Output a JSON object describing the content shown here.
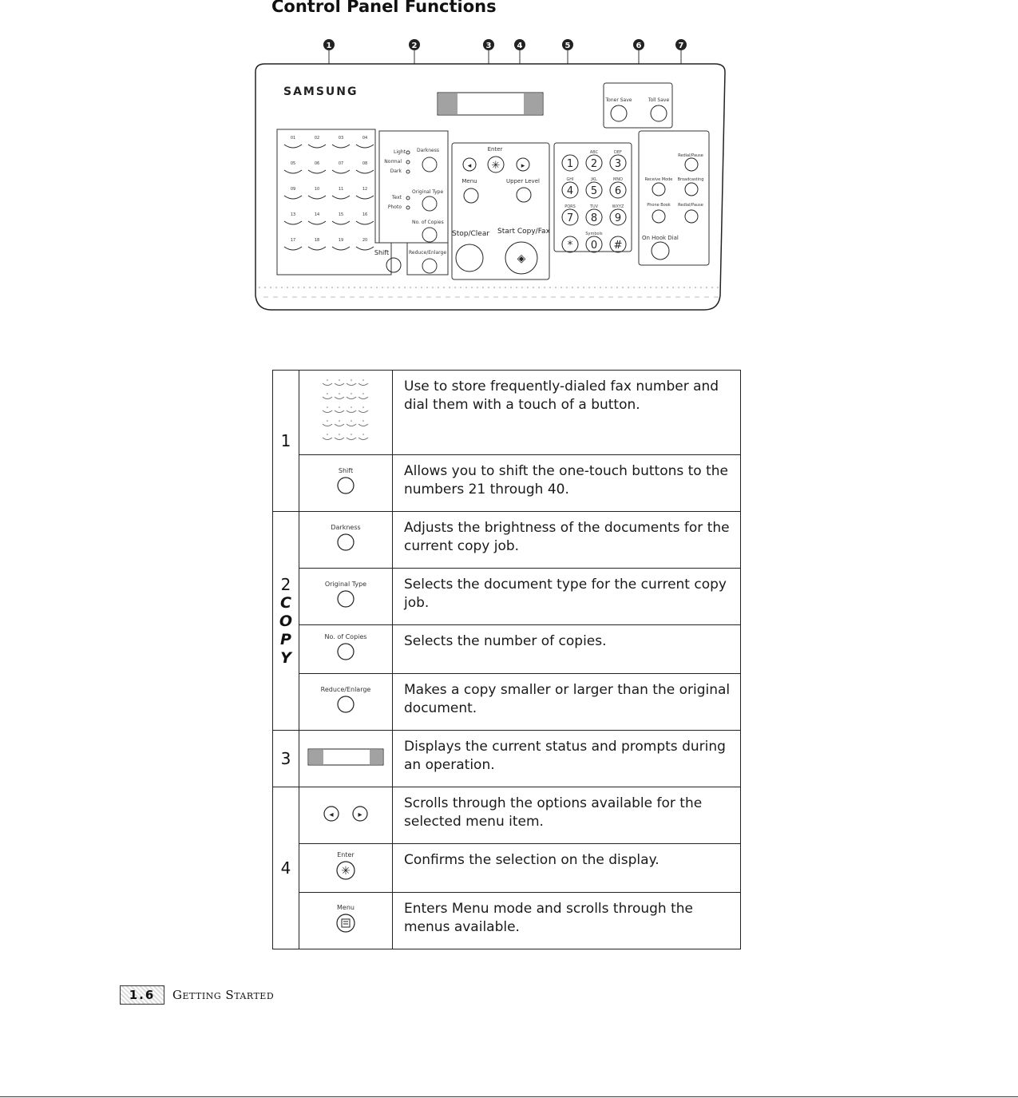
{
  "page_title": "Control Panel Functions",
  "panel": {
    "brand": "SAMSUNG",
    "callouts": [
      "1",
      "2",
      "3",
      "4",
      "5",
      "6",
      "7"
    ],
    "onetouch_numbers": [
      "01",
      "02",
      "03",
      "04",
      "05",
      "06",
      "07",
      "08",
      "09",
      "10",
      "11",
      "12",
      "13",
      "14",
      "15",
      "16",
      "17",
      "18",
      "19",
      "20"
    ],
    "shift_label": "Shift",
    "copy_labels": {
      "light": "Light",
      "normal": "Normal",
      "dark": "Dark",
      "darkness": "Darkness",
      "text": "Text",
      "photo": "Photo",
      "original_type": "Original Type",
      "no_of_copies": "No. of Copies",
      "reduce_enlarge": "Reduce/Enlarge"
    },
    "nav_labels": {
      "enter": "Enter",
      "menu": "Menu",
      "upper_level": "Upper Level",
      "stop_clear": "Stop/Clear",
      "start_copy_fax": "Start Copy/Fax"
    },
    "keypad": {
      "keys": [
        "1",
        "2",
        "3",
        "4",
        "5",
        "6",
        "7",
        "8",
        "9",
        "*",
        "0",
        "#"
      ],
      "letters": [
        "",
        "ABC",
        "DEF",
        "GHI",
        "JKL",
        "MNO",
        "PQRS",
        "TUV",
        "WXYZ",
        "",
        "Symbols",
        ""
      ]
    },
    "cartridge_labels": {
      "toner_save": "Toner Save",
      "toll_save": "Toll Save"
    },
    "fax_labels": {
      "fax_keys": [
        "Redial/Pause",
        "Receive Mode",
        "Broadcasting",
        "Phone Book",
        "Redial/Pause"
      ],
      "on_hook_dial": "On Hook Dial"
    }
  },
  "table": {
    "groups": [
      {
        "number": "1",
        "rows": [
          {
            "icon": "onetouch-grid",
            "label": "",
            "text": "Use to store frequently-dialed fax number and dial them with a touch of a button."
          },
          {
            "icon": "round-button",
            "label": "Shift",
            "text": "Allows you to shift the one-touch buttons to the numbers 21 through 40."
          }
        ]
      },
      {
        "number": "2",
        "word": [
          "C",
          "O",
          "P",
          "Y"
        ],
        "rows": [
          {
            "icon": "round-button",
            "label": "Darkness",
            "text": "Adjusts the brightness of the documents for the current copy job."
          },
          {
            "icon": "round-button",
            "label": "Original Type",
            "text": "Selects the document type for the current copy job."
          },
          {
            "icon": "round-button",
            "label": "No. of Copies",
            "text": "Selects the number of copies."
          },
          {
            "icon": "round-button",
            "label": "Reduce/Enlarge",
            "text": "Makes a copy smaller or larger than the original document."
          }
        ]
      },
      {
        "number": "3",
        "rows": [
          {
            "icon": "lcd-display",
            "label": "",
            "text": "Displays the current status and prompts during an operation."
          }
        ]
      },
      {
        "number": "4",
        "rows": [
          {
            "icon": "scroll-arrows",
            "label": "",
            "text": "Scrolls through the options available for the selected menu item."
          },
          {
            "icon": "enter-button",
            "label": "Enter",
            "text": "Confirms the selection on the display."
          },
          {
            "icon": "menu-button",
            "label": "Menu",
            "text": "Enters Menu mode and scrolls through the menus available."
          }
        ]
      }
    ]
  },
  "footer": {
    "page_number": "1.6",
    "section": "Getting Started"
  }
}
